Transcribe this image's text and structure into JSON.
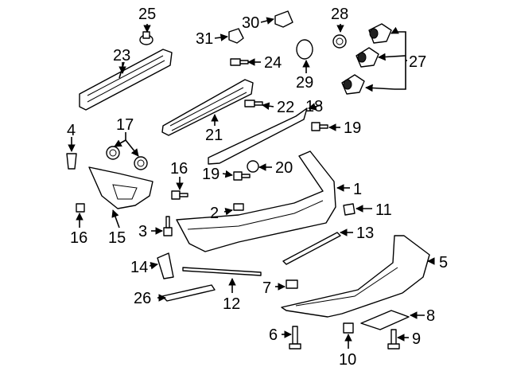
{
  "callouts": {
    "c1": "1",
    "c2": "2",
    "c3": "3",
    "c4": "4",
    "c5": "5",
    "c6": "6",
    "c7": "7",
    "c8": "8",
    "c9": "9",
    "c10": "10",
    "c11": "11",
    "c12": "12",
    "c13": "13",
    "c14": "14",
    "c15": "15",
    "c16a": "16",
    "c16b": "16",
    "c17": "17",
    "c18": "18",
    "c19a": "19",
    "c19b": "19",
    "c20": "20",
    "c21": "21",
    "c22": "22",
    "c23": "23",
    "c24": "24",
    "c25": "25",
    "c26": "26",
    "c27": "27",
    "c28": "28",
    "c29": "29",
    "c30": "30",
    "c31": "31"
  }
}
